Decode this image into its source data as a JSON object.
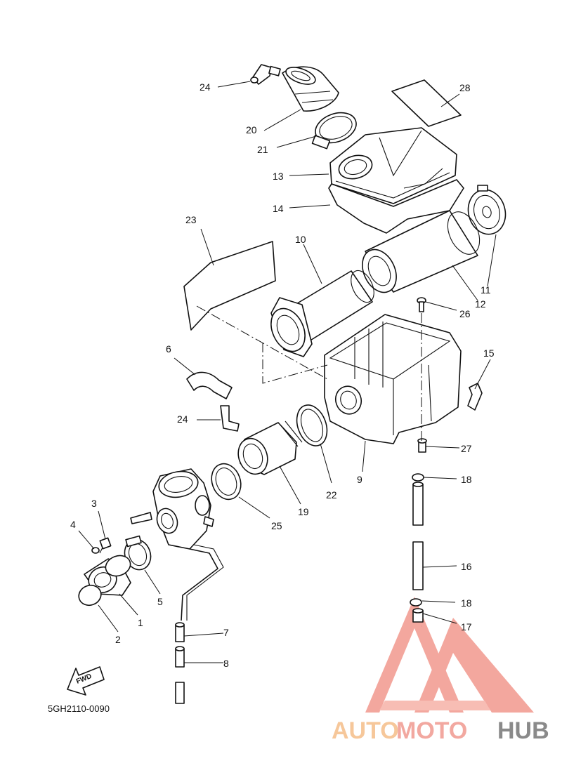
{
  "diagram_code": "5GH2110-0090",
  "fwd_label": "FWD",
  "watermark": {
    "part1": "AUTO",
    "part2": "MOTO",
    "part3": "HUB"
  },
  "callouts": {
    "c1": "1",
    "c2": "2",
    "c3": "3",
    "c4": "4",
    "c5": "5",
    "c6": "6",
    "c7": "7",
    "c8": "8",
    "c9": "9",
    "c10": "10",
    "c11": "11",
    "c12": "12",
    "c13": "13",
    "c14": "14",
    "c15": "15",
    "c16": "16",
    "c17": "17",
    "c18a": "18",
    "c18b": "18",
    "c19": "19",
    "c20": "20",
    "c21": "21",
    "c22": "22",
    "c23": "23",
    "c24a": "24",
    "c24b": "24",
    "c25": "25",
    "c26": "26",
    "c27": "27",
    "c28": "28"
  }
}
